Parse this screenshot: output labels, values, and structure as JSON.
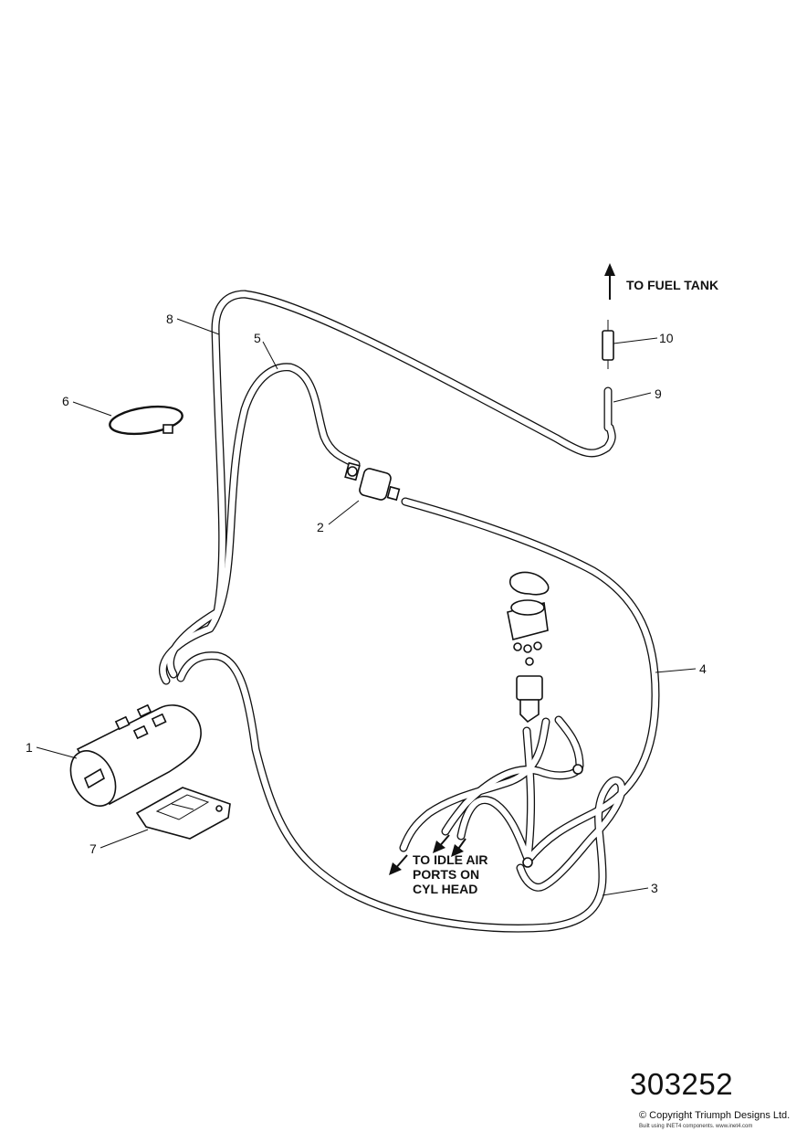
{
  "callouts": [
    {
      "id": "c1",
      "text": "1"
    },
    {
      "id": "c2",
      "text": "2"
    },
    {
      "id": "c3",
      "text": "3"
    },
    {
      "id": "c4",
      "text": "4"
    },
    {
      "id": "c5",
      "text": "5"
    },
    {
      "id": "c6",
      "text": "6"
    },
    {
      "id": "c7",
      "text": "7"
    },
    {
      "id": "c8",
      "text": "8"
    },
    {
      "id": "c9",
      "text": "9"
    },
    {
      "id": "c10",
      "text": "10"
    }
  ],
  "annotations": {
    "fuel_tank": "TO FUEL TANK",
    "idle_air": [
      "TO IDLE AIR",
      "PORTS ON",
      "CYL HEAD"
    ]
  },
  "footer": {
    "reference_number": "303252",
    "copyright": "© Copyright Triumph Designs Ltd.",
    "built_with": "Built using INET4 components. www.inet4.com"
  }
}
